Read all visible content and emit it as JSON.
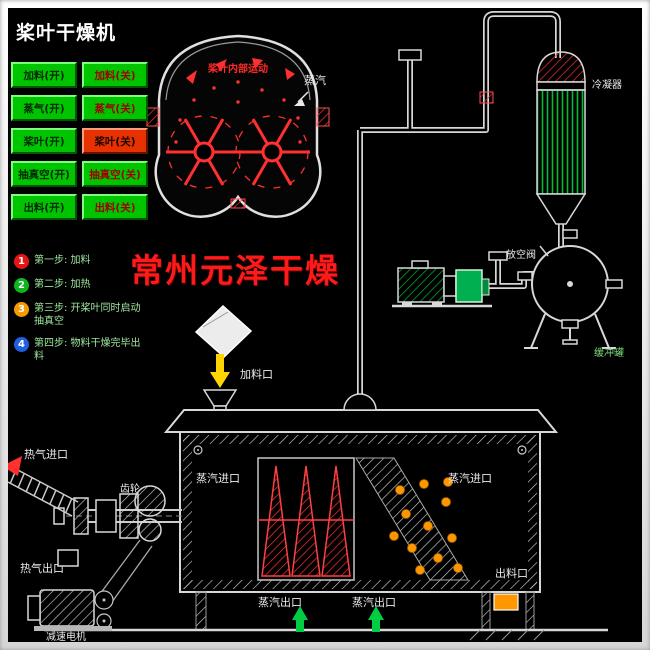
{
  "title": "桨叶干燥机",
  "brand": "常州元泽干燥",
  "buttons": [
    {
      "label": "加料(开)",
      "state": "on"
    },
    {
      "label": "加料(关)",
      "state": "off"
    },
    {
      "label": "蒸气(开)",
      "state": "on"
    },
    {
      "label": "蒸气(关)",
      "state": "off"
    },
    {
      "label": "桨叶(开)",
      "state": "on"
    },
    {
      "label": "桨叶(关)",
      "state": "alert"
    },
    {
      "label": "抽真空(开)",
      "state": "on"
    },
    {
      "label": "抽真空(关)",
      "state": "off"
    },
    {
      "label": "出料(开)",
      "state": "on"
    },
    {
      "label": "出料(关)",
      "state": "off"
    }
  ],
  "steps": [
    {
      "num": "1",
      "color": "#e81313",
      "text": "第一步: 加料"
    },
    {
      "num": "2",
      "color": "#0cb61c",
      "text": "第二步: 加热"
    },
    {
      "num": "3",
      "color": "#f59a00",
      "text": "第三步: 开桨叶同时启动抽真空"
    },
    {
      "num": "4",
      "color": "#1f5fe0",
      "text": "第四步: 物料干燥完毕出料"
    }
  ],
  "labels": {
    "drum_caption": "桨叶内部运动",
    "steam": "蒸汽",
    "condenser": "冷凝器",
    "vent_valve": "放空阀",
    "buffer_tank": "缓冲罐",
    "feed_port": "加料口",
    "hot_gas_inlet": "热气进口",
    "hot_gas_outlet": "热气出口",
    "gear": "齿轮",
    "steam_inlet_left": "蒸汽进口",
    "steam_inlet_right": "蒸汽进口",
    "steam_outlet_left": "蒸汽出口",
    "steam_outlet_right": "蒸汽出口",
    "discharge_port": "出料口",
    "gear_motor": "减速电机"
  },
  "colors": {
    "background": "#000000",
    "button_on": "#00c400",
    "button_alert": "#e63200",
    "brand_red": "#ff1a1a",
    "line": "#d8d8d8",
    "paddle_red": "#ff3030",
    "material_orange": "#ff9800",
    "arrow_green": "#00cc44",
    "arrow_yellow": "#ffd400",
    "pump_green": "#00b050"
  }
}
